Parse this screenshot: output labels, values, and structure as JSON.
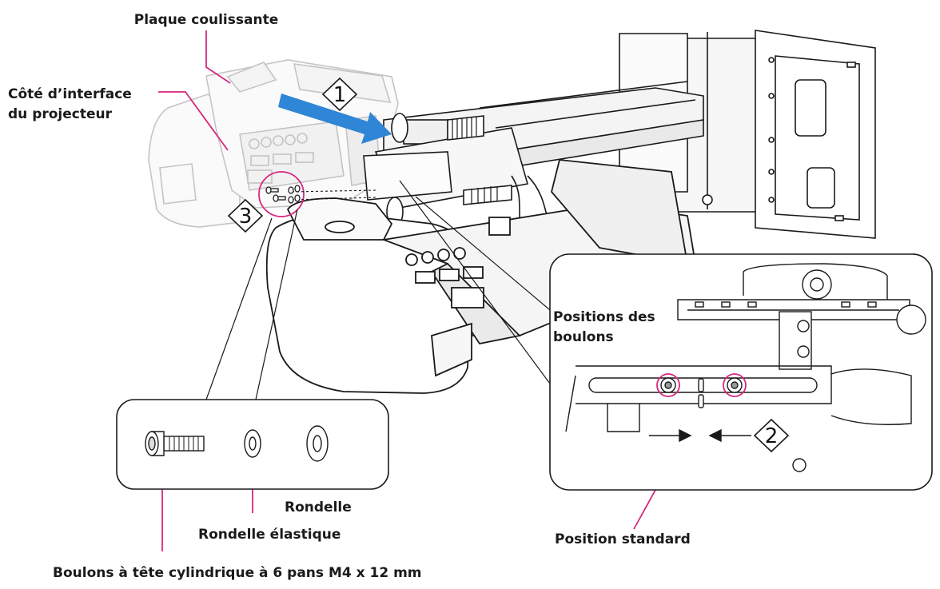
{
  "labels": {
    "slide_plate": "Plaque coulissante",
    "interface_side_line1": "Côté d’interface",
    "interface_side_line2": "du projecteur",
    "bolt_positions_line1": "Positions des",
    "bolt_positions_line2": "boulons",
    "standard_position": "Position standard",
    "washer": "Rondelle",
    "spring_washer": "Rondelle élastique",
    "hex_bolts": "Boulons à tête cylindrique à 6 pans M4 x 12 mm"
  },
  "steps": [
    "1",
    "2",
    "3"
  ],
  "colors": {
    "callout": "#d6287d",
    "arrow": "#2f86d6",
    "line": "#1a1a1a",
    "ghost": "#c4c4c4"
  }
}
